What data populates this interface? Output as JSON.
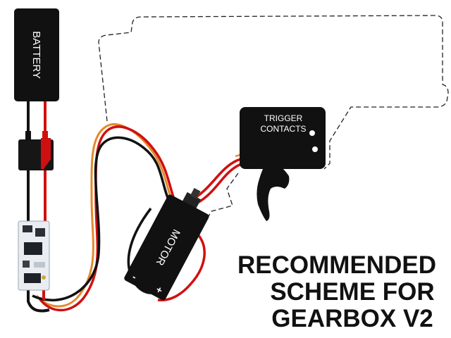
{
  "diagram": {
    "battery_label": "BATTERY",
    "trigger_label_line1": "TRIGGER",
    "trigger_label_line2": "CONTACTS",
    "motor_label": "MOTOR",
    "motor_minus": "-",
    "motor_plus": "+",
    "caption_line1": "RECOMMENDED",
    "caption_line2": "SCHEME FOR",
    "caption_line3": "GEARBOX V2"
  },
  "colors": {
    "wire_red": "#d01010",
    "wire_black": "#111111",
    "wire_orange": "#e38a2b",
    "component": "#111111",
    "pcb": "#e9edf2"
  }
}
